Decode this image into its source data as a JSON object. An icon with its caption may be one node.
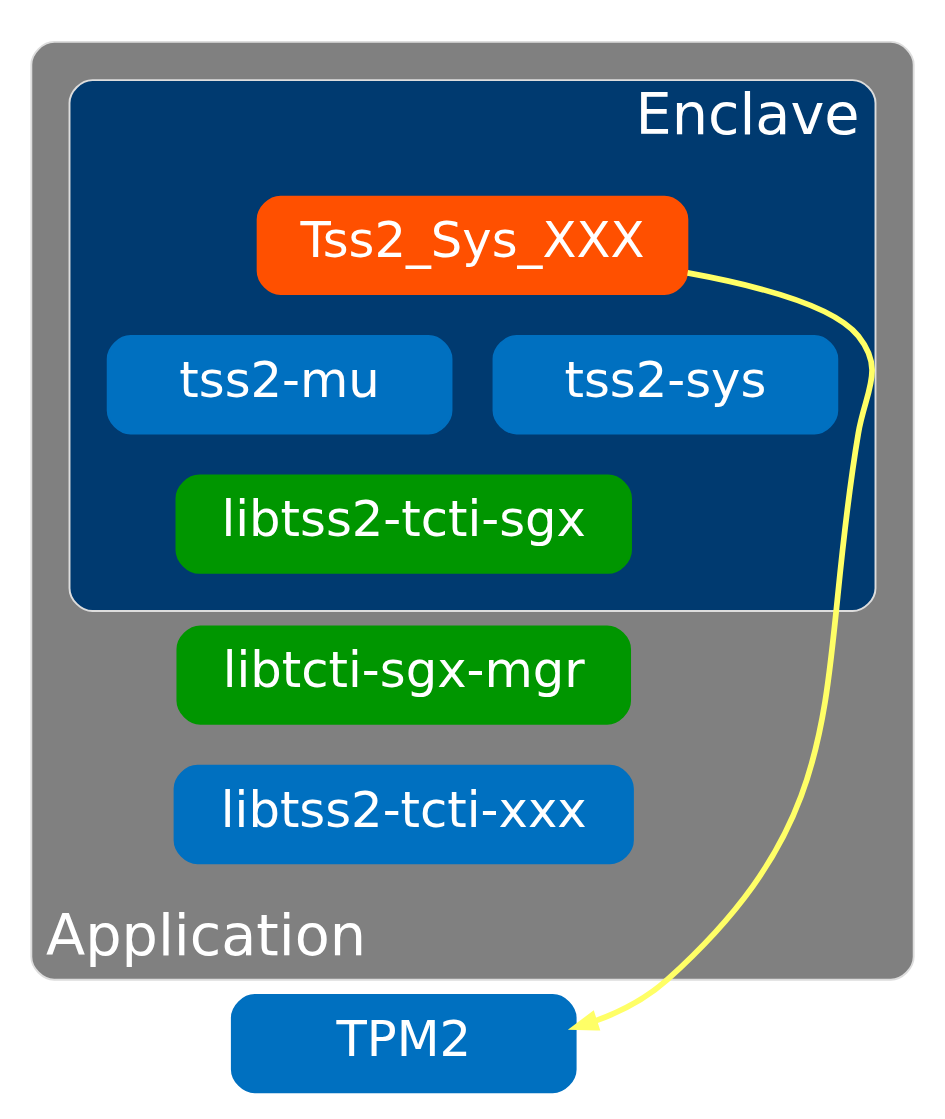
{
  "diagram": {
    "nodes": [
      {
        "text": [
          "Application"
        ]
      },
      {
        "text": [
          "Enclave"
        ],
        "in": 0
      },
      {
        "text": [
          "Tss2_Sys_XXX"
        ],
        "in": 1
      },
      {
        "text": [
          "tss2-mu"
        ],
        "in": 1
      },
      {
        "text": [
          "tss2-sys"
        ],
        "in": 1
      },
      {
        "text": [
          "libtss2-tcti-sgx"
        ],
        "in": 1
      },
      {
        "text": [
          "libtcti-sgx-mgr"
        ],
        "in": 0
      },
      {
        "text": [
          "libtss2-tcti-xxx"
        ],
        "in": 0
      },
      {
        "text": [
          "TPM2"
        ]
      }
    ],
    "edges": [
      {
        "from": 2,
        "to": 8,
        "arrow": "to",
        "color": "#ffff66"
      }
    ]
  }
}
